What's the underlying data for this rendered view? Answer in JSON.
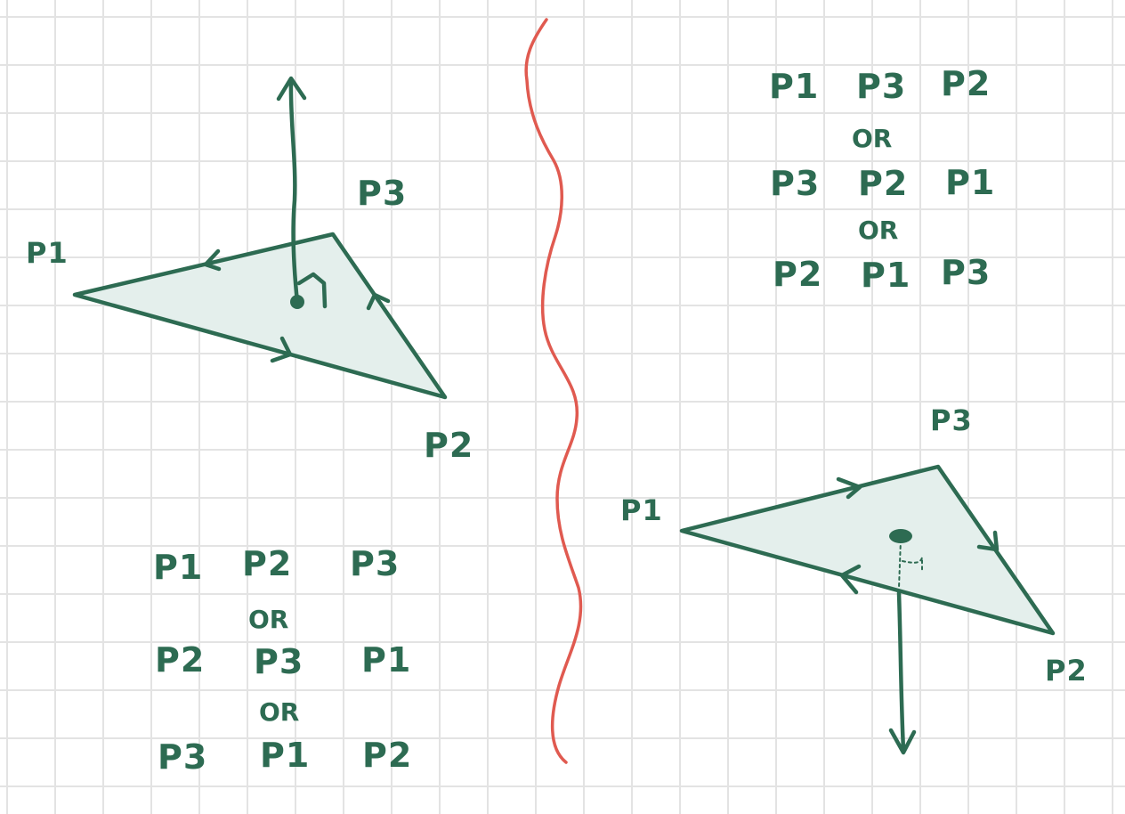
{
  "left_diagram": {
    "vertex_labels": {
      "p1": "P1",
      "p2": "P2",
      "p3": "P3"
    }
  },
  "right_diagram": {
    "vertex_labels": {
      "p1": "P1",
      "p2": "P2",
      "p3": "P3"
    }
  },
  "left_orderings": {
    "rows": [
      [
        "P1",
        "P2",
        "P3"
      ],
      [
        "P2",
        "P3",
        "P1"
      ],
      [
        "P3",
        "P1",
        "P2"
      ]
    ],
    "separator": "OR"
  },
  "right_orderings": {
    "rows": [
      [
        "P1",
        "P3",
        "P2"
      ],
      [
        "P3",
        "P2",
        "P1"
      ],
      [
        "P2",
        "P1",
        "P3"
      ]
    ],
    "separator": "OR"
  },
  "colors": {
    "ink": "#2d6b52",
    "divider": "#e05a50",
    "triangle_fill": "#e4efec",
    "grid": "#e3e3e3"
  }
}
